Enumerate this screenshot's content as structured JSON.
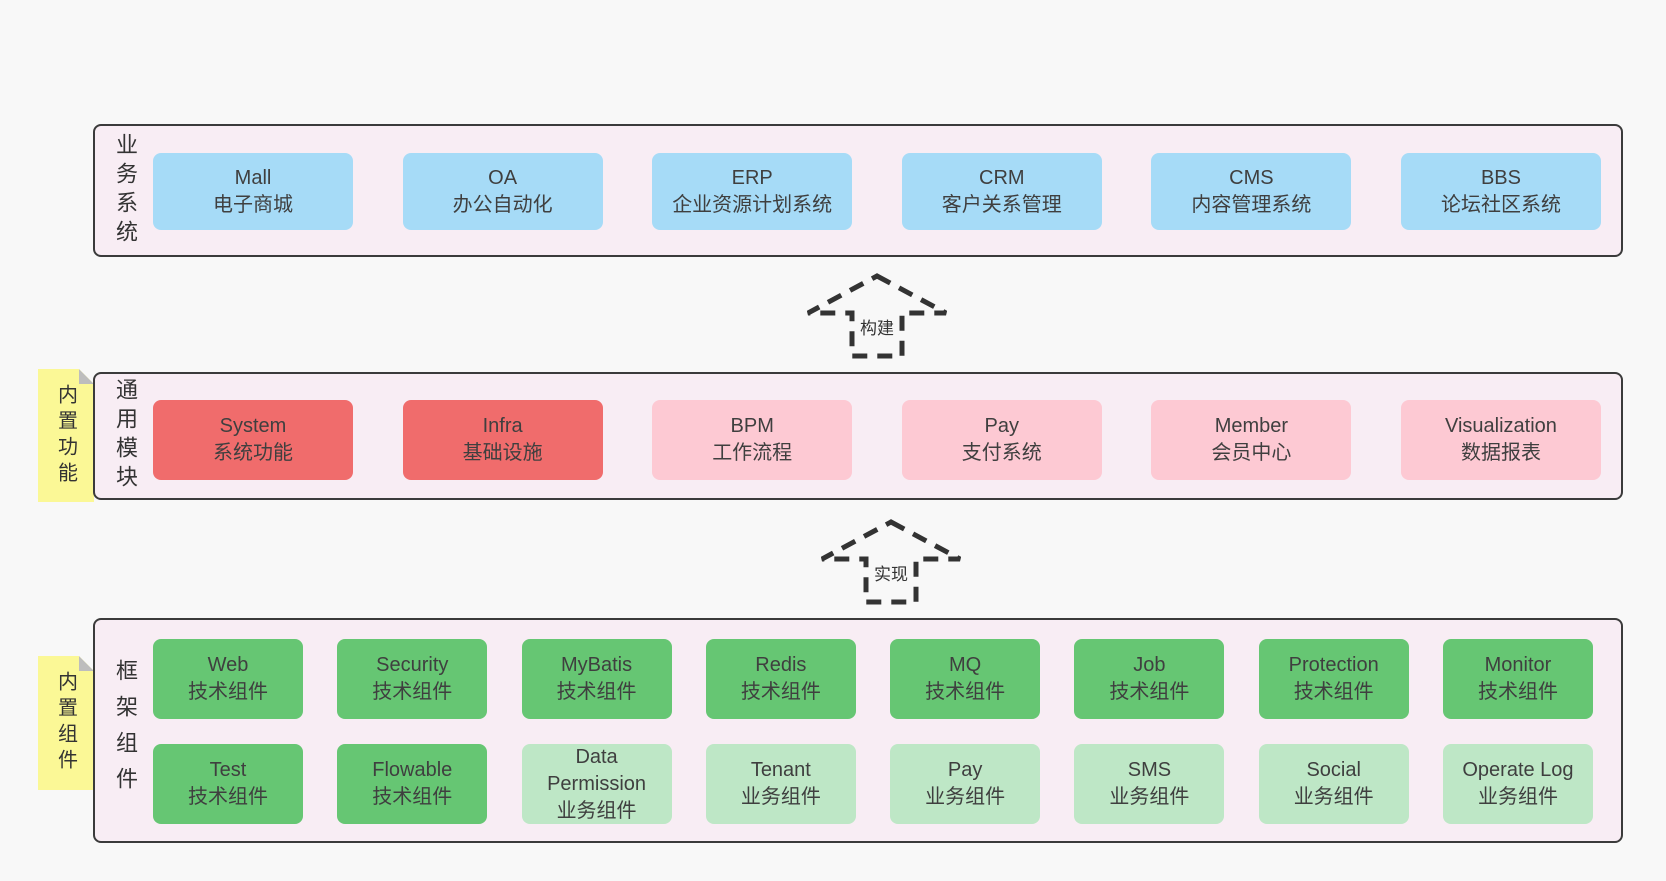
{
  "colors": {
    "page_bg": "#f8f8f8",
    "panel_bg": "#f8edf4",
    "panel_border": "#3b3b3b",
    "blue": "#a6dbf7",
    "red": "#f06c6c",
    "pink": "#fdc9d3",
    "green": "#66c673",
    "light_green": "#bee7c6",
    "sticky_yellow": "#fbf896",
    "text": "#3f3f3f"
  },
  "business_layer": {
    "side_label": "业务系统",
    "boxes": [
      {
        "title": "Mall",
        "subtitle": "电子商城"
      },
      {
        "title": "OA",
        "subtitle": "办公自动化"
      },
      {
        "title": "ERP",
        "subtitle": "企业资源计划系统"
      },
      {
        "title": "CRM",
        "subtitle": "客户关系管理"
      },
      {
        "title": "CMS",
        "subtitle": "内容管理系统"
      },
      {
        "title": "BBS",
        "subtitle": "论坛社区系统"
      }
    ]
  },
  "arrow_build": {
    "label": "构建"
  },
  "module_layer": {
    "side_label": "通用模块",
    "sticky_label": "内置功能",
    "boxes": [
      {
        "title": "System",
        "subtitle": "系统功能",
        "variant": "red"
      },
      {
        "title": "Infra",
        "subtitle": "基础设施",
        "variant": "red"
      },
      {
        "title": "BPM",
        "subtitle": "工作流程",
        "variant": "pink"
      },
      {
        "title": "Pay",
        "subtitle": "支付系统",
        "variant": "pink"
      },
      {
        "title": "Member",
        "subtitle": "会员中心",
        "variant": "pink"
      },
      {
        "title": "Visualization",
        "subtitle": "数据报表",
        "variant": "pink"
      }
    ]
  },
  "arrow_implement": {
    "label": "实现"
  },
  "component_layer": {
    "side_label": "框架组件",
    "sticky_label": "内置组件",
    "row1": [
      {
        "title": "Web",
        "subtitle": "技术组件",
        "variant": "green"
      },
      {
        "title": "Security",
        "subtitle": "技术组件",
        "variant": "green"
      },
      {
        "title": "MyBatis",
        "subtitle": "技术组件",
        "variant": "green"
      },
      {
        "title": "Redis",
        "subtitle": "技术组件",
        "variant": "green"
      },
      {
        "title": "MQ",
        "subtitle": "技术组件",
        "variant": "green"
      },
      {
        "title": "Job",
        "subtitle": "技术组件",
        "variant": "green"
      },
      {
        "title": "Protection",
        "subtitle": "技术组件",
        "variant": "green"
      },
      {
        "title": "Monitor",
        "subtitle": "技术组件",
        "variant": "green"
      }
    ],
    "row2": [
      {
        "title": "Test",
        "subtitle": "技术组件",
        "variant": "green"
      },
      {
        "title": "Flowable",
        "subtitle": "技术组件",
        "variant": "green"
      },
      {
        "title": "Data Permission",
        "subtitle": "业务组件",
        "variant": "light_green"
      },
      {
        "title": "Tenant",
        "subtitle": "业务组件",
        "variant": "light_green"
      },
      {
        "title": "Pay",
        "subtitle": "业务组件",
        "variant": "light_green"
      },
      {
        "title": "SMS",
        "subtitle": "业务组件",
        "variant": "light_green"
      },
      {
        "title": "Social",
        "subtitle": "业务组件",
        "variant": "light_green"
      },
      {
        "title": "Operate Log",
        "subtitle": "业务组件",
        "variant": "light_green"
      }
    ]
  }
}
